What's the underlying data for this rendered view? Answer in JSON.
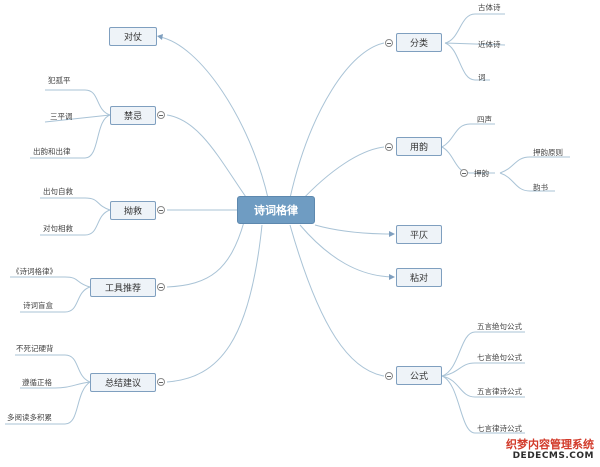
{
  "root": "诗词格律",
  "branches": {
    "duizhang": "对仗",
    "jinji": "禁忌",
    "aojiu": "拗救",
    "gongju": "工具推荐",
    "zongjie": "总结建议",
    "fenlei": "分类",
    "yongyun": "用韵",
    "pingze": "平仄",
    "niandui": "粘对",
    "gongshi": "公式"
  },
  "leaves": {
    "jinji": [
      "犯孤平",
      "三平调",
      "出韵和出律"
    ],
    "aojiu": [
      "出句自救",
      "对句相救"
    ],
    "gongju": [
      "《诗词格律》",
      "诗词盲盒"
    ],
    "zongjie": [
      "不死记硬背",
      "遵循正格",
      "多阅读多积累"
    ],
    "fenlei": [
      "古体诗",
      "近体诗",
      "词"
    ],
    "yongyun_sishen": "四声",
    "yayun": "押韵",
    "yayun_children": [
      "押韵原则",
      "韵书"
    ],
    "gongshi": [
      "五言绝句公式",
      "七言绝句公式",
      "五言律诗公式",
      "七言律诗公式"
    ]
  },
  "watermark": {
    "title": "织梦内容管理系统",
    "url": "DEDECMS.COM"
  },
  "colors": {
    "line": "#a9c3d6",
    "root_fill": "#6f9cc2",
    "node_fill": "#eef3f8",
    "node_border": "#7f9fbf",
    "watermark_red": "#d23a2a"
  }
}
